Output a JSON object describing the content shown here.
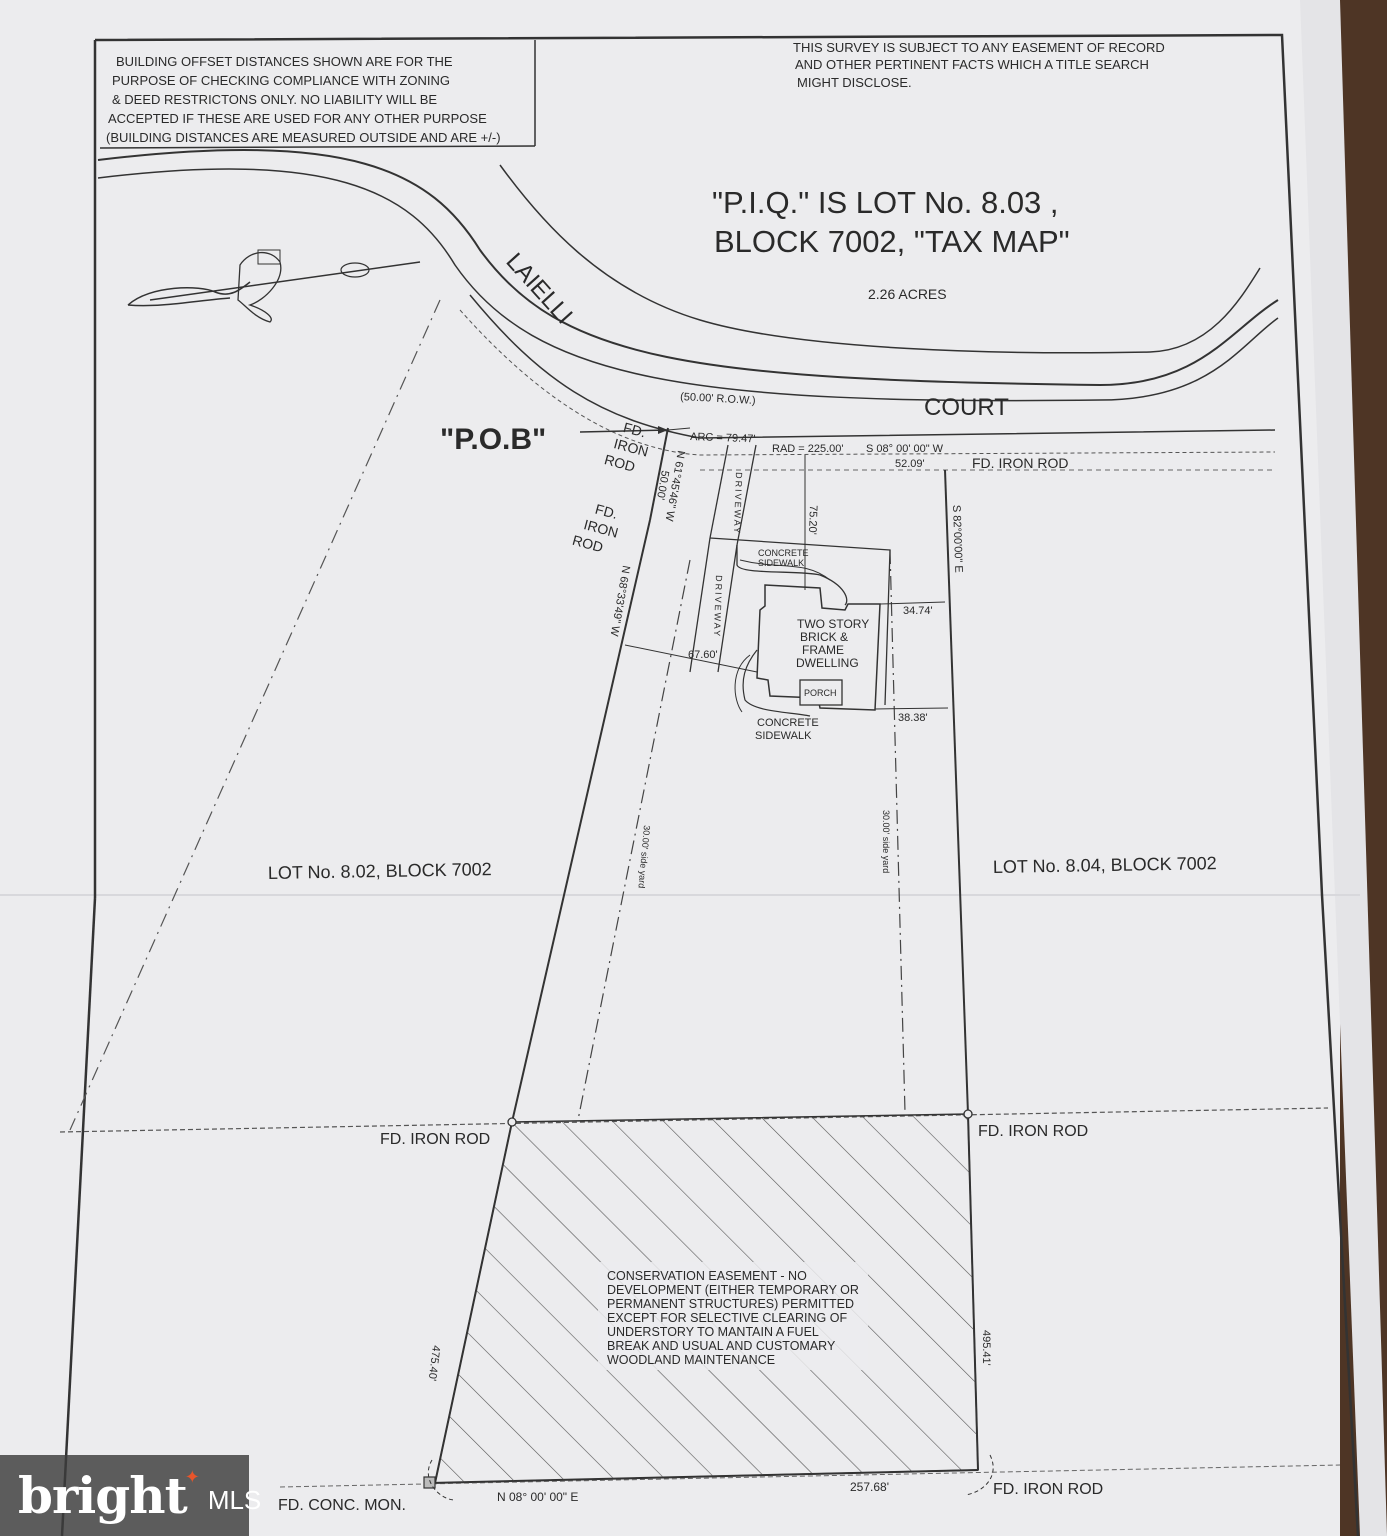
{
  "notes": {
    "offset": [
      "BUILDING OFFSET DISTANCES SHOWN ARE FOR THE",
      "PURPOSE OF CHECKING COMPLIANCE WITH ZONING",
      "& DEED RESTRICTONS ONLY. NO LIABILITY WILL BE",
      "ACCEPTED IF THESE ARE USED FOR ANY OTHER PURPOSE",
      "(BUILDING DISTANCES ARE MEASURED OUTSIDE AND ARE +/-)"
    ],
    "easement": [
      "THIS SURVEY IS SUBJECT TO ANY EASEMENT OF RECORD",
      "AND OTHER PERTINENT FACTS WHICH A TITLE SEARCH",
      "MIGHT DISCLOSE."
    ]
  },
  "title": {
    "line1": "\"P.I.Q.\" IS LOT No. 8.03 ,",
    "line2": "BLOCK 7002, \"TAX MAP\"",
    "acres": "2.26 ACRES"
  },
  "street": {
    "name1": "LAIELLI",
    "name2": "COURT",
    "row": "(50.00' R.O.W.)"
  },
  "curve": {
    "arc": "ARC = 79.47'",
    "rad": "RAD = 225.00'",
    "bearing": "S 08° 00' 00\" W"
  },
  "labels": {
    "pob": "\"P.O.B\"",
    "fd": "FD.",
    "iron": "IRON",
    "rod": "ROD",
    "fd_iron_rod": "FD. IRON ROD",
    "fd_conc_mon": "FD. CONC. MON.",
    "lot_left": "LOT No. 8.02, BLOCK 7002",
    "lot_right": "LOT No. 8.04, BLOCK 7002",
    "driveway": "DRIVEWAY",
    "concrete": "CONCRETE",
    "sidewalk": "SIDEWALK",
    "porch": "PORCH",
    "side_yard": "30.00' side yard"
  },
  "dwelling": [
    "TWO STORY",
    "BRICK &",
    "FRAME",
    "DWELLING"
  ],
  "dimensions": {
    "d_52": "52.09'",
    "d_75": "75.20'",
    "d_50": "50.00'",
    "d_3474": "34.74'",
    "d_6760": "67.60'",
    "d_3838": "38.38'",
    "d_47540": "475.40'",
    "d_49541": "495.41'",
    "d_25768": "257.68'"
  },
  "bearings": {
    "b1": "N 61°45'46\" W",
    "b2": "N 68°33'49\" W",
    "b3": "S 82°00'00\" E",
    "b4": "N 08° 00' 00\" E"
  },
  "conservation": [
    "CONSERVATION EASEMENT - NO",
    "DEVELOPMENT (EITHER TEMPORARY OR",
    "PERMANENT STRUCTURES) PERMITTED",
    "EXCEPT FOR SELECTIVE CLEARING OF",
    "UNDERSTORY TO MANTAIN A FUEL",
    "BREAK AND USUAL AND CUSTOMARY",
    "WOODLAND MAINTENANCE"
  ],
  "watermark": {
    "brand": "bright",
    "suffix": "MLS"
  },
  "colors": {
    "paper": "#eeeef0",
    "ink": "#2a2a2a",
    "table": "#5a3d2a",
    "brand_accent": "#e8552b"
  }
}
